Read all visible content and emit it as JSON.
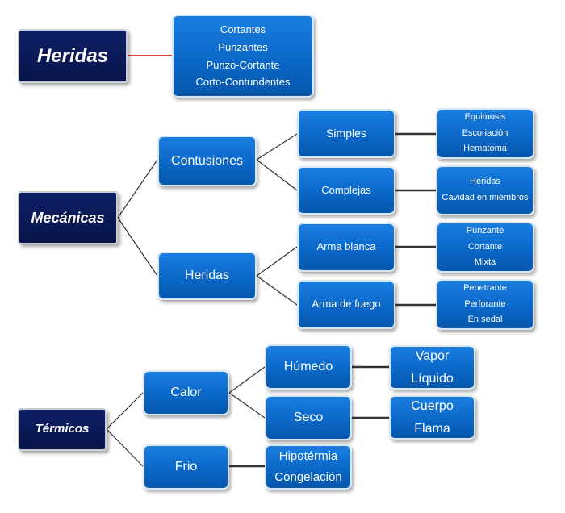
{
  "sections": {
    "heridas": {
      "label": "Heridas",
      "types": [
        "Cortantes",
        "Punzantes",
        "Punzo-Cortante",
        "Corto-Contundentes"
      ]
    },
    "mecanicas": {
      "label": "Mecánicas",
      "contusiones": {
        "label": "Contusiones",
        "simples": {
          "label": "Simples",
          "items": [
            "Equimosis",
            "Escoriación",
            "Hematoma"
          ]
        },
        "complejas": {
          "label": "Complejas",
          "items": [
            "Heridas",
            "Cavidad en miembros"
          ]
        }
      },
      "heridas": {
        "label": "Heridas",
        "arma_blanca": {
          "label": "Arma blanca",
          "items": [
            "Punzante",
            "Cortante",
            "Mixta"
          ]
        },
        "arma_fuego": {
          "label": "Arma de fuego",
          "items": [
            "Penetrante",
            "Perforante",
            "En sedal"
          ]
        }
      }
    },
    "termicos": {
      "label": "Térmicos",
      "calor": {
        "label": "Calor",
        "humedo": {
          "label": "Húmedo",
          "items": [
            "Vapor",
            "Líquido"
          ]
        },
        "seco": {
          "label": "Seco",
          "items": [
            "Cuerpo",
            "Flama"
          ]
        }
      },
      "frio": {
        "label": "Frio",
        "items": [
          "Hipotérmia",
          "Congelación"
        ]
      }
    }
  },
  "colors": {
    "root": "#0a1a5c",
    "node": "#0a68c8",
    "connector": "#333333",
    "accent_connector": "#cc0000"
  }
}
